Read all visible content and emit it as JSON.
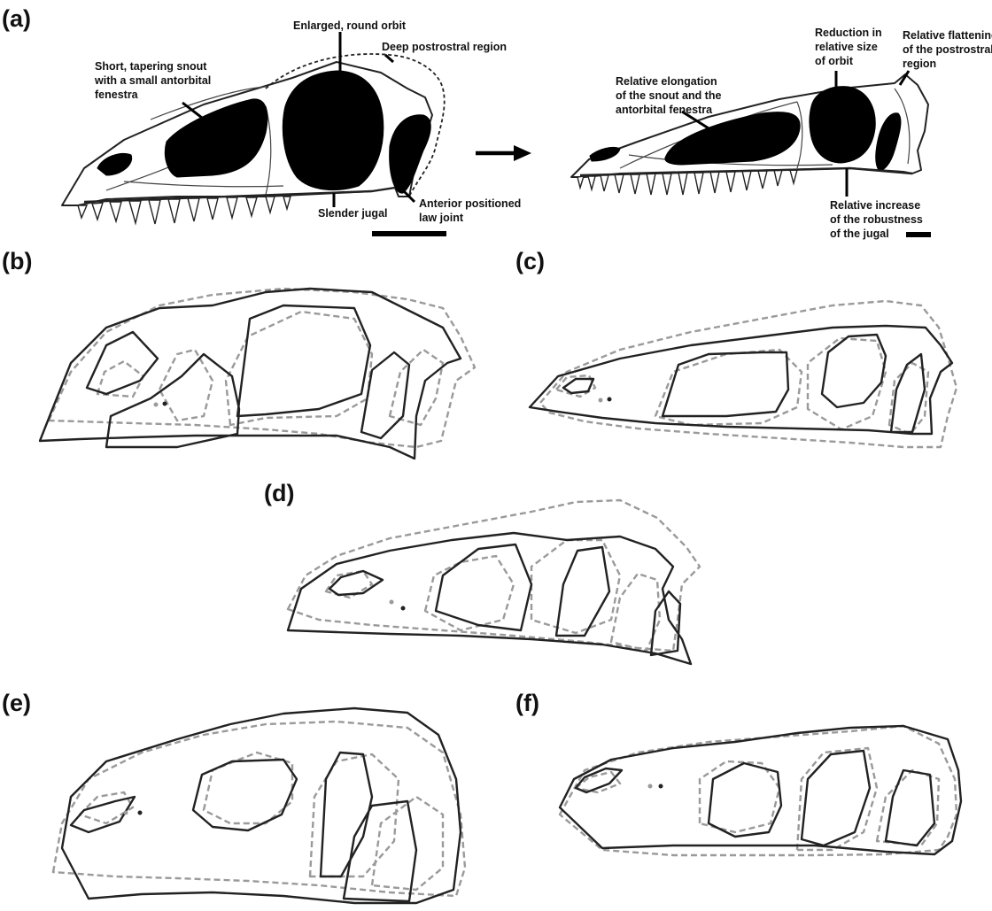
{
  "panels": {
    "a": "(a)",
    "b": "(b)",
    "c": "(c)",
    "d": "(d)",
    "e": "(e)",
    "f": "(f)"
  },
  "annotations_left": {
    "snout": [
      "Short, tapering snout",
      "with a small antorbital",
      "fenestra"
    ],
    "orbit": [
      "Enlarged, round orbit"
    ],
    "postrostral": [
      "Deep postrostral region"
    ],
    "jugal": [
      "Slender jugal"
    ],
    "jaw_joint": [
      "Anterior positioned",
      "law joint"
    ]
  },
  "annotations_right": {
    "elongation": [
      "Relative elongation",
      "of the snout and the",
      "antorbital fenestra"
    ],
    "orbit_reduction": [
      "Reduction in",
      "relative size",
      "of orbit"
    ],
    "flattening": [
      "Relative flattening",
      "of  the postrostral",
      "region"
    ],
    "jugal_robust": [
      "Relative increase",
      "of the robustness",
      "of the jugal"
    ]
  },
  "colors": {
    "solid_outline": "#222222",
    "dashed_outline": "#9a9a9a",
    "fenestra_fill": "#000000"
  }
}
